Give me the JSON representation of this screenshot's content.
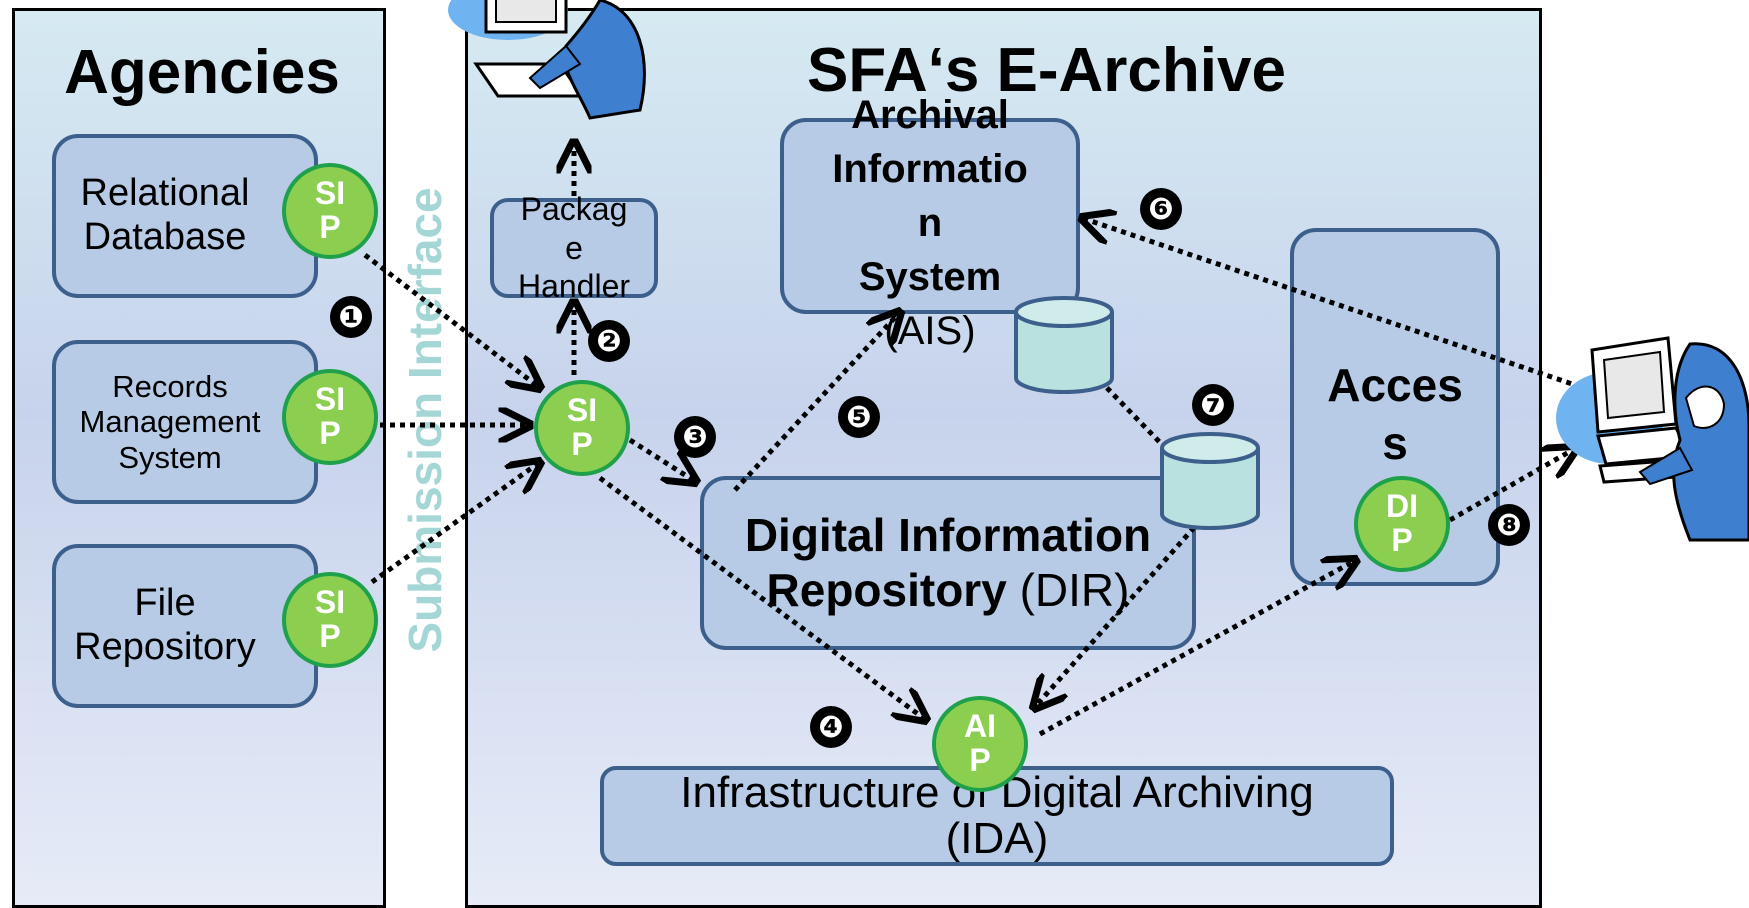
{
  "agencies": {
    "title": "Agencies",
    "items": [
      {
        "label_line1": "Relational",
        "label_line2": "Database",
        "package_line1": "SI",
        "package_line2": "P"
      },
      {
        "label_line1": "Records",
        "label_line2": "Management",
        "label_line3": "System",
        "package_line1": "SI",
        "package_line2": "P"
      },
      {
        "label_line1": "File",
        "label_line2": "Repository",
        "package_line1": "SI",
        "package_line2": "P"
      }
    ]
  },
  "interface_label": "Submission Interface",
  "archive": {
    "title": "SFA‘s E-Archive",
    "package_handler": {
      "line1": "Packag",
      "line2": "e",
      "line3": "Handler"
    },
    "sip": {
      "line1": "SI",
      "line2": "P"
    },
    "ais": {
      "line1": "Archival",
      "line2": "Informatio",
      "line3": "n",
      "line4": "System",
      "suffix": "(AIS)"
    },
    "dir": {
      "line1": "Digital Information",
      "line2_bold": "Repository",
      "line2_rest": " (DIR)"
    },
    "access": {
      "line1": "Acces",
      "line2": "s"
    },
    "dip": {
      "line1": "DI",
      "line2": "P"
    },
    "aip": {
      "line1": "AI",
      "line2": "P"
    },
    "ida": {
      "line1": "Infrastructure of Digital Archiving",
      "line2": "(IDA)"
    }
  },
  "steps": [
    "❶",
    "❷",
    "❸",
    "❹",
    "❺",
    "❻",
    "❼",
    "❽"
  ],
  "colors": {
    "box_fill": "#b7cbe6",
    "box_border": "#3c5f8c",
    "package_fill": "#8ccf50",
    "package_border": "#1fa04a",
    "cylinder_fill": "#b9e1df",
    "interface_text": "#a5d6d6"
  }
}
